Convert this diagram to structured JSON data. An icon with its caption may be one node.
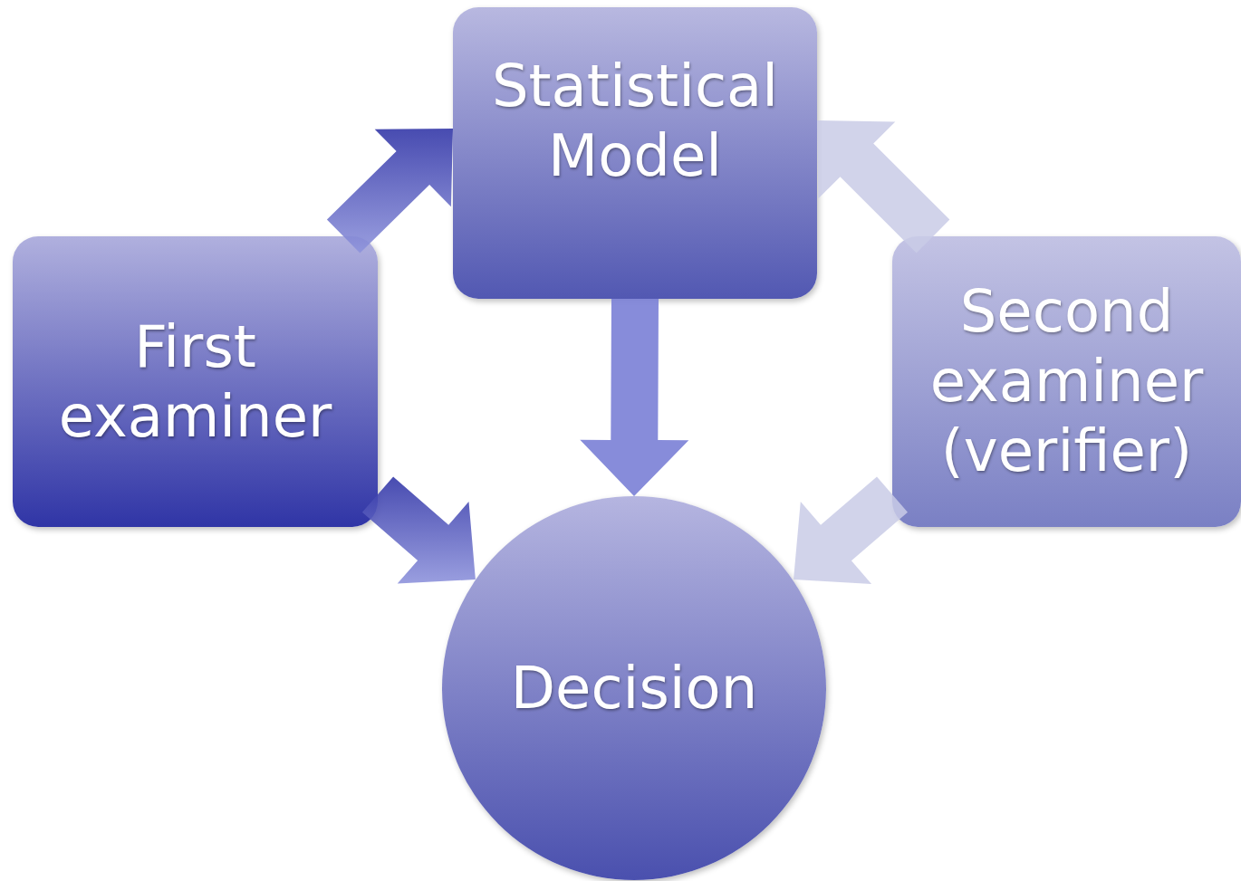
{
  "diagram": {
    "nodes": [
      {
        "text": [
          "Statistical Model"
        ]
      },
      {
        "text": [
          "First examiner"
        ]
      },
      {
        "text": [
          "Second examiner (verifier)"
        ]
      },
      {
        "text": [
          "Decision"
        ]
      }
    ],
    "edges": [
      {
        "from": 1,
        "to": 0,
        "arrow": "to"
      },
      {
        "from": 2,
        "to": 0,
        "arrow": "to",
        "color": "#c9cbe6"
      },
      {
        "from": 0,
        "to": 3,
        "arrow": "to"
      },
      {
        "from": 1,
        "to": 3,
        "arrow": "to"
      },
      {
        "from": 2,
        "to": 3,
        "arrow": "to",
        "color": "#c9cbe6"
      }
    ]
  }
}
